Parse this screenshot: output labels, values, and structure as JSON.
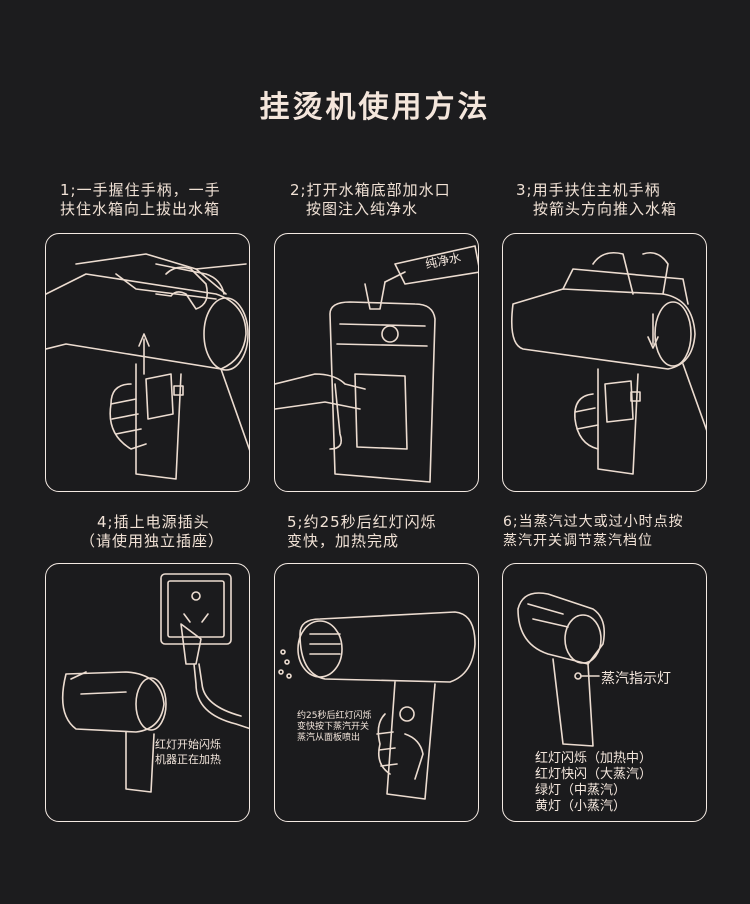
{
  "title": "挂烫机使用方法",
  "steps": [
    {
      "line1": "1;一手握住手柄，一手",
      "line2": "扶住水箱向上拔出水箱"
    },
    {
      "line1": "2;打开水箱底部加水口",
      "line2": "按图注入纯净水"
    },
    {
      "line1": "3;用手扶住主机手柄",
      "line2": "按箭头方向推入水箱"
    },
    {
      "line1": "4;插上电源插头",
      "line2": "（请使用独立插座）"
    },
    {
      "line1": "5;约25秒后红灯闪烁",
      "line2": "变快，加热完成"
    },
    {
      "line1": "6;当蒸汽过大或过小时点按",
      "line2": "蒸汽开关调节蒸汽档位"
    }
  ],
  "panel2": {
    "bottle_label": "纯净水"
  },
  "panel4": {
    "note1": "红灯开始闪烁",
    "note2": "机器正在加热"
  },
  "panel5": {
    "note1": "约25秒后红灯闪烁",
    "note2": "变快按下蒸汽开关",
    "note3": "蒸汽从面板喷出"
  },
  "panel6": {
    "indicator_label": "蒸汽指示灯",
    "legend": [
      "红灯闪烁（加热中）",
      "红灯快闪（大蒸汽）",
      "绿灯（中蒸汽）",
      "黄灯（小蒸汽）"
    ]
  }
}
